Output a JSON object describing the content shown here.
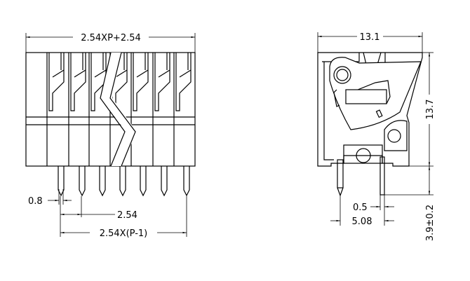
{
  "front_view": {
    "overall_width_dim": "2.54XP+2.54",
    "pin_width_dim": "0.8",
    "pitch_dim": "2.54",
    "pin_span_dim": "2.54X(P-1)"
  },
  "side_view": {
    "depth_dim": "13.1",
    "height_dim": "13.7",
    "pin_length_dim": "3.9±0.2",
    "pin_thickness_dim": "0.5",
    "pin_spacing_dim": "5.08"
  },
  "colors": {
    "line": "#000000",
    "background": "#ffffff"
  }
}
